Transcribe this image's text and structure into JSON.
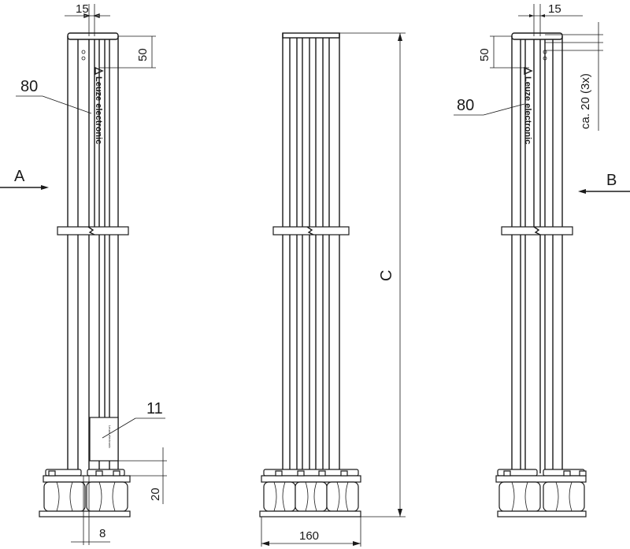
{
  "dimensions": {
    "offset_top_left": "15",
    "logo_height_left": "50",
    "base_clearance": "20",
    "base_offset": "8",
    "overall_height": "C",
    "base_width": "160",
    "offset_top_right": "15",
    "logo_height_right": "50",
    "hole_spacing": "ca. 20 (3x)"
  },
  "callouts": {
    "logo_left": "80",
    "connector": "11",
    "logo_right": "80"
  },
  "view_markers": {
    "left": "A",
    "right": "B"
  },
  "brand": {
    "logo_text": "Leuze electronic",
    "connector_text": "Leuze electronic"
  }
}
